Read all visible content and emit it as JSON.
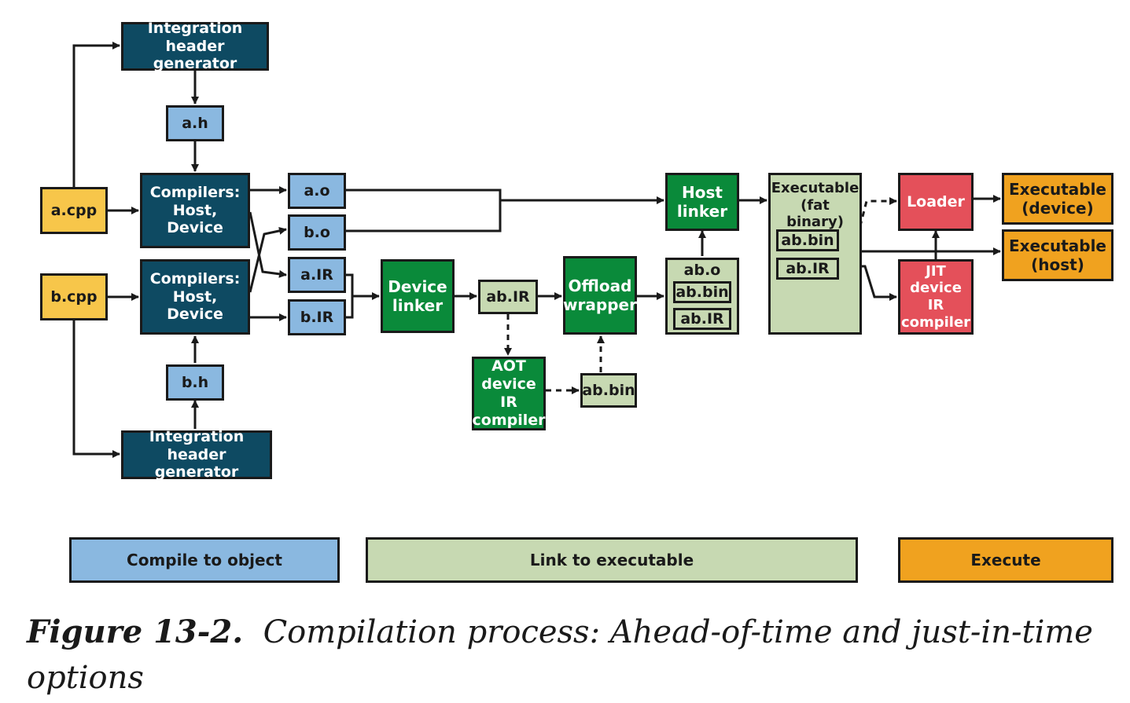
{
  "nodes": {
    "integ_top": "Integration\nheader generator",
    "a_h": "a.h",
    "a_cpp": "a.cpp",
    "comp_top": "Compilers:\nHost,\nDevice",
    "comp_bot": "Compilers:\nHost,\nDevice",
    "b_cpp": "b.cpp",
    "b_h": "b.h",
    "integ_bot": "Integration\nheader generator",
    "a_o": "a.o",
    "b_o": "b.o",
    "a_ir": "a.IR",
    "b_ir": "b.IR",
    "device_linker": "Device\nlinker",
    "ab_ir_mid": "ab.IR",
    "aot": "AOT\ndevice IR\ncompiler",
    "ab_bin_mid": "ab.bin",
    "offload": "Offload\nwrapper",
    "ab_o_label": "ab.o",
    "ab_o_bin": "ab.bin",
    "ab_o_ir": "ab.IR",
    "host_linker": "Host\nlinker",
    "exe_label": "Executable\n(fat binary)",
    "exe_bin": "ab.bin",
    "exe_ir": "ab.IR",
    "loader": "Loader",
    "jit": "JIT\ndevice IR\ncompiler",
    "exe_device": "Executable\n(device)",
    "exe_host": "Executable\n(host)"
  },
  "legend": {
    "compile": "Compile to object",
    "link": "Link to executable",
    "execute": "Execute"
  },
  "caption": {
    "label": "Figure 13-2.",
    "text": "Compilation process: Ahead-of-time and just-in-time options"
  },
  "colors": {
    "dark_blue": "#0e4a62",
    "light_blue": "#8ab8e0",
    "yellow": "#f7c64a",
    "green": "#0a8a3a",
    "light_green": "#c7d9b2",
    "red": "#e4505a",
    "orange": "#f0a21f"
  }
}
